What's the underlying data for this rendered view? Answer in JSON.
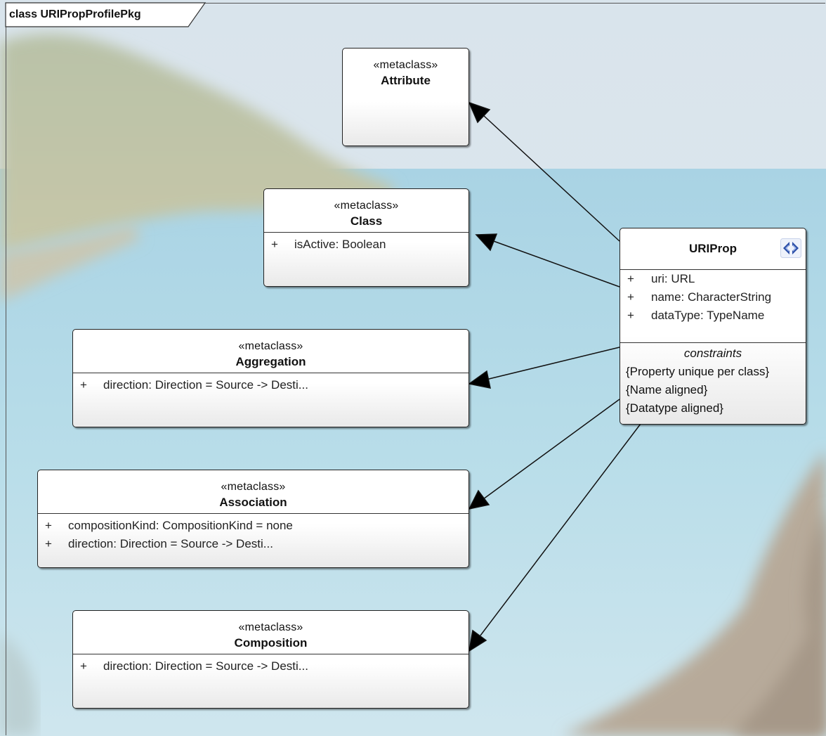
{
  "diagram": {
    "frame_title": "class URIPropProfilePkg"
  },
  "classes": {
    "attribute": {
      "stereotype": "«metaclass»",
      "name": "Attribute",
      "attributes": []
    },
    "class": {
      "stereotype": "«metaclass»",
      "name": "Class",
      "attributes": [
        {
          "visibility": "+",
          "text": "isActive: Boolean"
        }
      ]
    },
    "aggregation": {
      "stereotype": "«metaclass»",
      "name": "Aggregation",
      "attributes": [
        {
          "visibility": "+",
          "text": "direction: Direction = Source -> Desti..."
        }
      ]
    },
    "association": {
      "stereotype": "«metaclass»",
      "name": "Association",
      "attributes": [
        {
          "visibility": "+",
          "text": "compositionKind: CompositionKind = none"
        },
        {
          "visibility": "+",
          "text": "direction: Direction = Source -> Desti..."
        }
      ]
    },
    "composition": {
      "stereotype": "«metaclass»",
      "name": "Composition",
      "attributes": [
        {
          "visibility": "+",
          "text": "direction: Direction = Source -> Desti..."
        }
      ]
    },
    "uriprop": {
      "name": "URIProp",
      "icon": "stereotype-icon",
      "attributes": [
        {
          "visibility": "+",
          "text": "uri: URL"
        },
        {
          "visibility": "+",
          "text": "name: CharacterString"
        },
        {
          "visibility": "+",
          "text": "dataType: TypeName"
        }
      ],
      "constraints_title": "constraints",
      "constraints": [
        "{Property unique per class}",
        "{Name aligned}",
        "{Datatype aligned}"
      ]
    }
  },
  "colors": {
    "stroke": "#111111",
    "icon_blue": "#2b4fa8",
    "icon_light": "#9db3e8"
  }
}
